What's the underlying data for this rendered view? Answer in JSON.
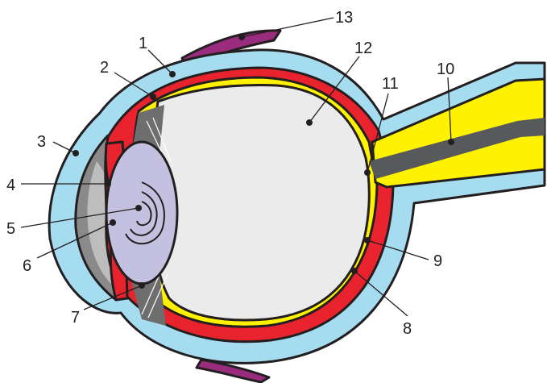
{
  "labels": [
    {
      "id": "1",
      "text": "1"
    },
    {
      "id": "2",
      "text": "2"
    },
    {
      "id": "3",
      "text": "3"
    },
    {
      "id": "4",
      "text": "4"
    },
    {
      "id": "5",
      "text": "5"
    },
    {
      "id": "6",
      "text": "6"
    },
    {
      "id": "7",
      "text": "7"
    },
    {
      "id": "8",
      "text": "8"
    },
    {
      "id": "9",
      "text": "9"
    },
    {
      "id": "10",
      "text": "10"
    },
    {
      "id": "11",
      "text": "11"
    },
    {
      "id": "12",
      "text": "12"
    },
    {
      "id": "13",
      "text": "13"
    }
  ],
  "colors": {
    "sclera": "#a6dcf0",
    "choroid": "#e8232d",
    "retina": "#fff200",
    "vitreous": "#ebebeb",
    "lens": "#c4c0e0",
    "muscle": "#9a2c7d",
    "cornea": "#8c8c8c",
    "outline": "#231f20"
  }
}
